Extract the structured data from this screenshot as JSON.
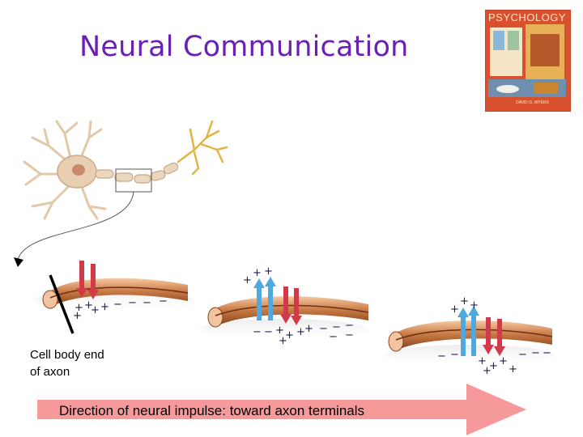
{
  "slide": {
    "title": "Neural Communication",
    "book_cover": {
      "title": "PSYCHOLOGY",
      "author": "DAVID G. MYERS"
    },
    "caption": {
      "line1": "Cell body end",
      "line2": "of axon"
    },
    "direction_label": "Direction of neural impulse: toward axon terminals"
  },
  "axon_segments": [
    {
      "outside_top": "",
      "outside_bottom": "+ + + − − − −",
      "channels": [
        "red-in"
      ]
    },
    {
      "outside_top": "+ + +",
      "outside_bottom": "− − + + + − − −",
      "channels": [
        "blue-out",
        "red-in"
      ]
    },
    {
      "outside_top": "+ + +",
      "outside_bottom": "− − + + + − − −",
      "channels": [
        "blue-out",
        "red-in"
      ]
    }
  ],
  "colors": {
    "title": "#6a1fb5",
    "sodium_channel": "#d23a4a",
    "potassium_channel": "#4fa8e0",
    "axon": "#c97a45",
    "direction_arrow": "#f6999b"
  }
}
